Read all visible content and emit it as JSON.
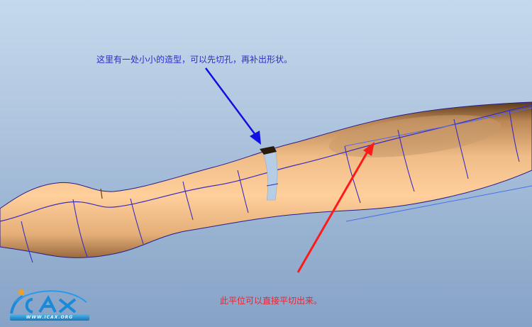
{
  "viewport": {
    "background_top": "#c5d9ec",
    "background_bottom": "#86a2c6",
    "model_color": "#f5c28e",
    "edge_color": "#3a2ec0"
  },
  "annotations": {
    "top_note": "这里有一处小小的造型，可以先切孔，再补出形状。",
    "bottom_note": "此平位可以直接平切出来。",
    "top_arrow_color": "#1010e0",
    "bottom_arrow_color": "#ff1a1a"
  },
  "logo": {
    "text": "ICAX",
    "url": "WWW.ICAX.ORG"
  }
}
